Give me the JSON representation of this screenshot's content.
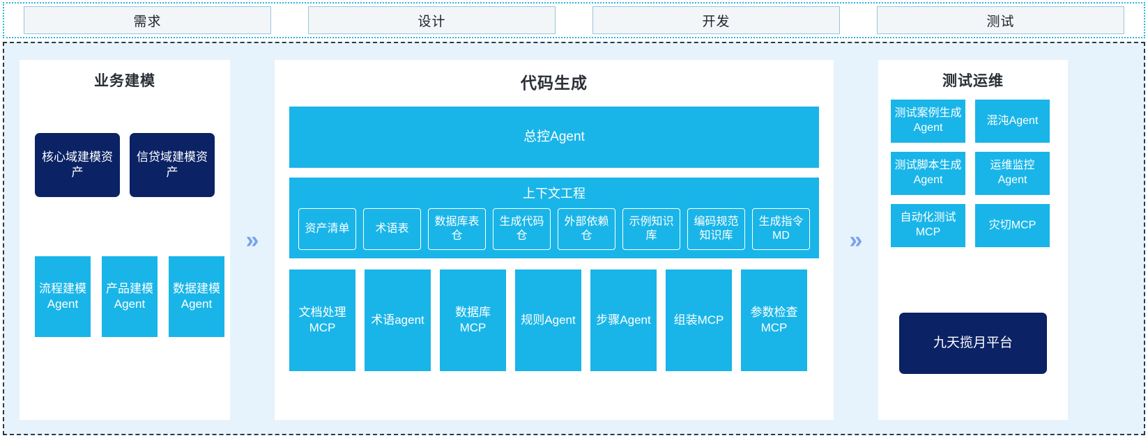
{
  "phases": {
    "items": [
      {
        "label": "需求"
      },
      {
        "label": "设计"
      },
      {
        "label": "开发"
      },
      {
        "label": "测试"
      }
    ]
  },
  "separators": {
    "chevron_glyph": "»",
    "icon_name": "double-chevron-right-icon",
    "color": "#7aa3ea"
  },
  "left_panel": {
    "title": "业务建模",
    "assets": [
      {
        "label": "核心域建模资产"
      },
      {
        "label": "信贷域建模资产"
      }
    ],
    "agents": [
      {
        "label": "流程建模Agent"
      },
      {
        "label": "产品建模Agent"
      },
      {
        "label": "数据建模Agent"
      }
    ]
  },
  "mid_panel": {
    "title": "代码生成",
    "master_agent": "总控Agent",
    "context": {
      "title": "上下文工程",
      "items": [
        {
          "label": "资产清单"
        },
        {
          "label": "术语表"
        },
        {
          "label": "数据库表仓"
        },
        {
          "label": "生成代码仓"
        },
        {
          "label": "外部依赖仓"
        },
        {
          "label": "示例知识库"
        },
        {
          "label": "编码规范知识库"
        },
        {
          "label": "生成指令MD"
        }
      ]
    },
    "tools": [
      {
        "label": "文档处理MCP"
      },
      {
        "label": "术语agent"
      },
      {
        "label": "数据库MCP"
      },
      {
        "label": "规则Agent"
      },
      {
        "label": "步骤Agent"
      },
      {
        "label": "组装MCP"
      },
      {
        "label": "参数检查MCP"
      }
    ]
  },
  "right_panel": {
    "title": "测试运维",
    "items": [
      {
        "label": "测试案例生成Agent"
      },
      {
        "label": "混沌Agent"
      },
      {
        "label": "测试脚本生成Agent"
      },
      {
        "label": "运维监控Agent"
      },
      {
        "label": "自动化测试MCP"
      },
      {
        "label": "灾切MCP"
      }
    ],
    "platform": "九天揽月平台"
  },
  "colors": {
    "cyan": "#19b5e8",
    "navy": "#0b2265",
    "region_bg": "#e6f3fc",
    "phase_fill": "#f2f6f9",
    "chevron": "#7aa3ea"
  }
}
